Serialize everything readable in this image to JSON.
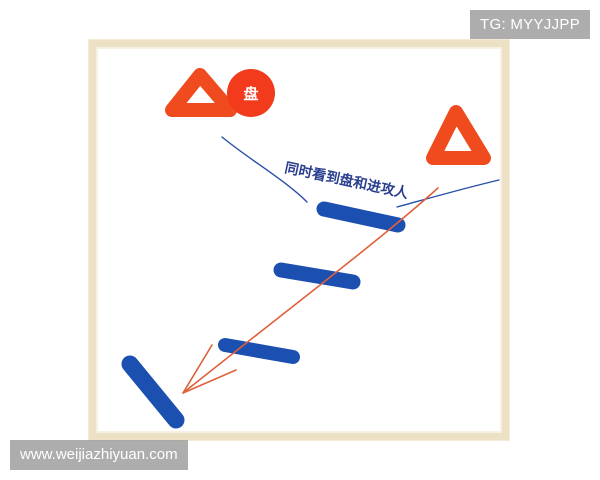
{
  "watermark_tg": "TG: MYYJJPP",
  "watermark_url": "www.weijiazhiyuan.com",
  "diagram": {
    "disc_label": "盘",
    "annotation": "同时看到盘和进攻人"
  },
  "colors": {
    "attacker": "#f04a1f",
    "disc": "#f23a1c",
    "defender": "#1b4fb0",
    "ink": "#2a4fa8",
    "arrow": "#e0603a",
    "frame": "#ece1c4"
  }
}
